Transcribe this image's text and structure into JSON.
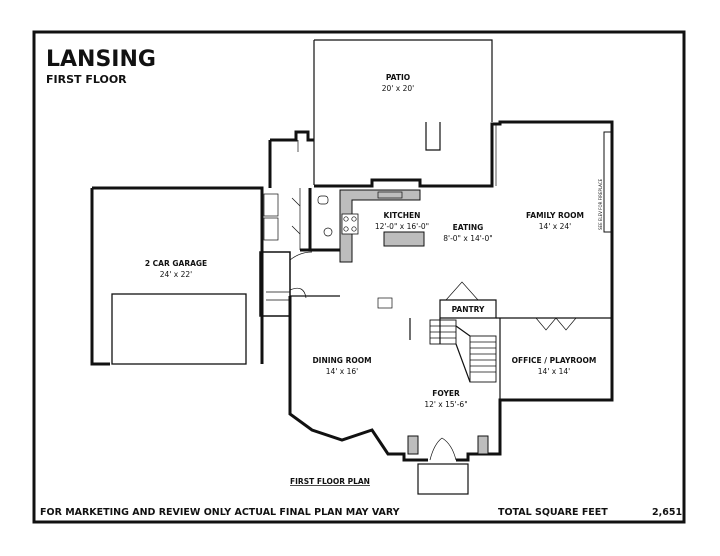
{
  "title": "LANSING",
  "subtitle": "FIRST FLOOR",
  "rooms": {
    "patio": {
      "name": "PATIO",
      "size": "20' x 20'"
    },
    "kitchen": {
      "name": "KITCHEN",
      "size": "12'-0\" x 16'-0\""
    },
    "eating": {
      "name": "EATING",
      "size": "8'-0\" x 14'-0\""
    },
    "family": {
      "name": "FAMILY ROOM",
      "size": "14' x 24'"
    },
    "garage": {
      "name": "2 CAR GARAGE",
      "size": "24' x 22'"
    },
    "pantry": {
      "name": "PANTRY"
    },
    "dining": {
      "name": "DINING ROOM",
      "size": "14' x 16'"
    },
    "office": {
      "name": "OFFICE / PLAYROOM",
      "size": "14' x 14'"
    },
    "foyer": {
      "name": "FOYER",
      "size": "12' x 15'-6\""
    }
  },
  "plan_label": "FIRST FLOOR PLAN",
  "footer": {
    "disclaimer": "FOR MARKETING AND REVIEW ONLY ACTUAL FINAL PLAN MAY VARY",
    "sqft_label": "TOTAL SQUARE FEET",
    "sqft_value": "2,651"
  }
}
